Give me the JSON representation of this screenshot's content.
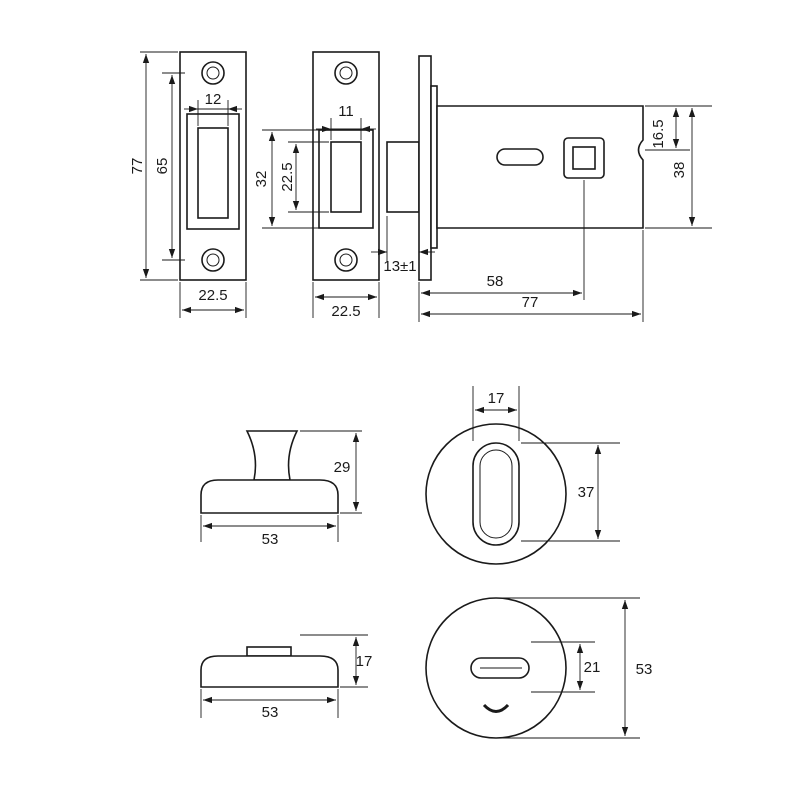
{
  "drawing": {
    "strike_plate": {
      "height": "77",
      "slot_height": "65",
      "slot_width": "12",
      "width": "22.5"
    },
    "forend": {
      "slot_width": "11",
      "outer": "32",
      "bolt": "22.5",
      "width": "22.5"
    },
    "latch_body": {
      "projection": "13±1",
      "backset": "58",
      "length": "77",
      "hole_offset": "16.5",
      "body_height": "38"
    },
    "thumbturn_side": {
      "height": "29",
      "width": "53"
    },
    "thumbturn_front": {
      "slot_width": "17",
      "slot_height": "37"
    },
    "release_side": {
      "height": "17",
      "width": "53"
    },
    "release_front": {
      "slot": "21",
      "diameter": "53"
    }
  }
}
